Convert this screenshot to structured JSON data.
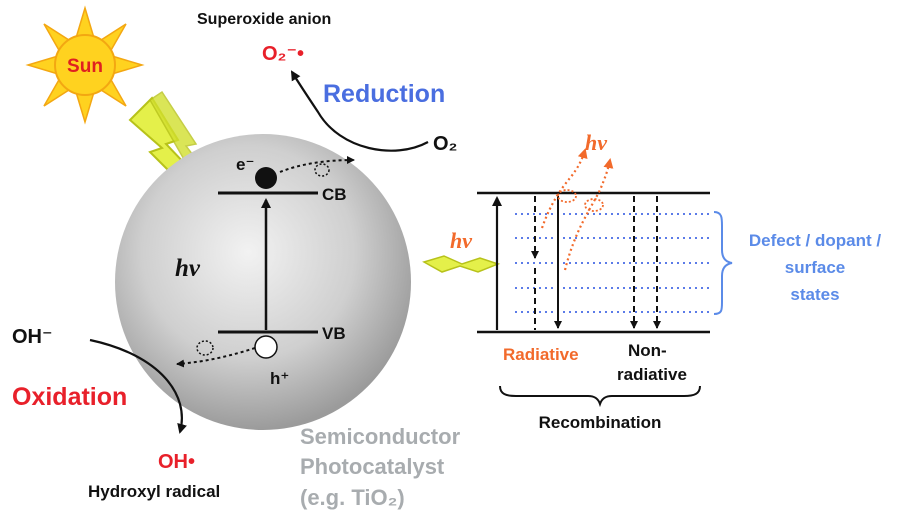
{
  "colors": {
    "sun_fill": "#ffd21f",
    "sun_stroke": "#f3a712",
    "sun_text": "#e02020",
    "bolt_fill": "#e4f04a",
    "bolt_stroke": "#b7c21a",
    "sphere_light": "#eeeeee",
    "sphere_dark": "#9b9b9b",
    "black": "#111111",
    "red": "#e8202a",
    "blue": "#4a6ee0",
    "orange": "#f26a2b",
    "dotted_blue": "#5b7be8",
    "defect_blue": "#5b8be8",
    "gray_text": "#a8acaf"
  },
  "labels": {
    "sun": "Sun",
    "superoxide": "Superoxide anion",
    "superoxide_formula": "O₂⁻•",
    "reduction": "Reduction",
    "o2": "O₂",
    "electron": "e⁻",
    "cb": "CB",
    "vb": "VB",
    "hole": "h⁺",
    "hv": "hν",
    "oh_minus": "OH⁻",
    "oxidation": "Oxidation",
    "oh_radical": "OH•",
    "hydroxyl": "Hydroxyl radical",
    "photocatalyst_line1": "Semiconductor",
    "photocatalyst_line2": "Photocatalyst",
    "photocatalyst_line3": "(e.g. TiO₂)",
    "radiative": "Radiative",
    "nonradiative_line1": "Non-",
    "nonradiative_line2": "radiative",
    "recombination": "Recombination",
    "defect_line1": "Defect / dopant /",
    "defect_line2": "surface",
    "defect_line3": "states"
  },
  "icons": {
    "sun": "sun-icon",
    "lightning": "lightning-bolt-icon",
    "electron": "electron-dot-icon",
    "hole": "hole-circle-icon"
  }
}
